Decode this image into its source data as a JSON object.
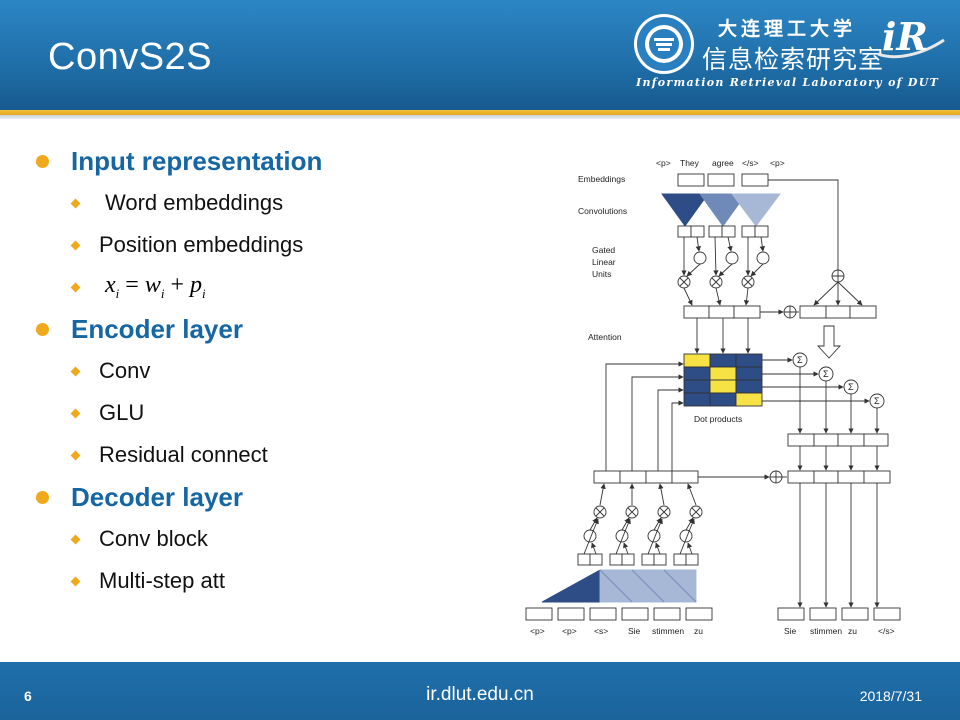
{
  "header": {
    "title": "ConvS2S",
    "university": "大连理工大学",
    "lab_name": "信息检索研究室",
    "lab_name_en": "Information Retrieval Laboratory of DUT",
    "ir_logo_text": "iR"
  },
  "bullets": [
    {
      "text": "Input representation",
      "items": [
        "Word embeddings",
        "Position embeddings"
      ],
      "formula": {
        "x": "x",
        "i": "i",
        "w": "w",
        "p": "p",
        "eq": "=",
        "plus": "+"
      }
    },
    {
      "text": "Encoder layer",
      "items": [
        "Conv",
        "GLU",
        "Residual connect"
      ]
    },
    {
      "text": "Decoder layer",
      "items": [
        "Conv block",
        "Multi-step att"
      ]
    }
  ],
  "diagram": {
    "top_tokens": [
      "<p>",
      "They",
      "agree",
      "</s>",
      "<p>"
    ],
    "labels": {
      "embeddings": "Embeddings",
      "convolutions": "Convolutions",
      "glu_1": "Gated",
      "glu_2": "Linear",
      "glu_3": "Units",
      "attention": "Attention",
      "dot_products": "Dot products"
    },
    "bottom_tokens": [
      "<p>",
      "<p>",
      "<s>",
      "Sie",
      "stimmen",
      "zu"
    ],
    "output_tokens": [
      "Sie",
      "stimmen",
      "zu",
      "</s>"
    ],
    "sigma": "Σ",
    "colors": {
      "dark": "#2e4c86",
      "mid": "#6f89b8",
      "light": "#a7b8d6",
      "highlight": "#f6e245"
    }
  },
  "footer": {
    "page": "6",
    "url": "ir.dlut.edu.cn",
    "date": "2018/7/31"
  }
}
